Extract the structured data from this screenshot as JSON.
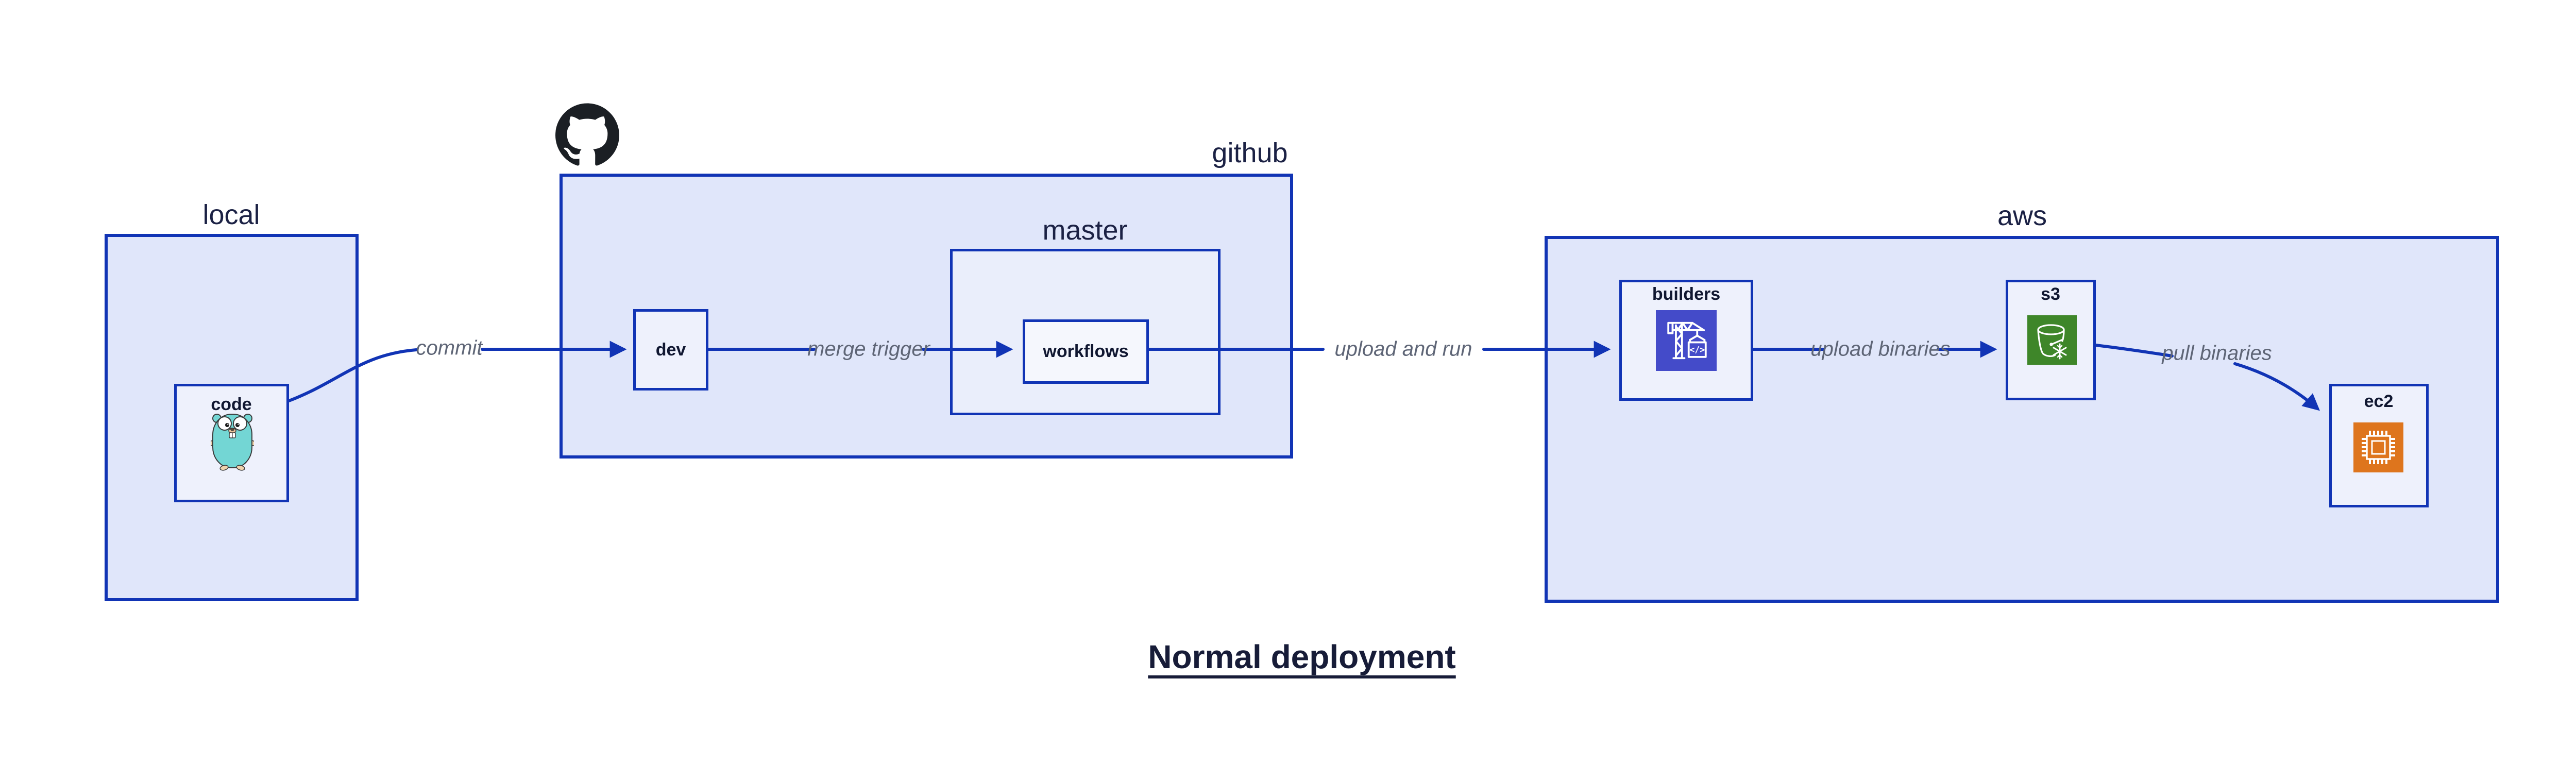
{
  "title": "Normal deployment",
  "containers": {
    "local": {
      "label": "local"
    },
    "github": {
      "label": "github"
    },
    "master": {
      "label": "master"
    },
    "aws": {
      "label": "aws"
    }
  },
  "nodes": {
    "code": {
      "label": "code",
      "icon": "go-gopher-icon"
    },
    "dev": {
      "label": "dev"
    },
    "workflows": {
      "label": "workflows"
    },
    "builders": {
      "label": "builders",
      "icon": "aws-codebuild-icon"
    },
    "s3": {
      "label": "s3",
      "icon": "aws-s3-glacier-icon"
    },
    "ec2": {
      "label": "ec2",
      "icon": "aws-ec2-icon"
    }
  },
  "edges": [
    {
      "from": "code",
      "to": "dev",
      "label": "commit"
    },
    {
      "from": "dev",
      "to": "workflows",
      "label": "merge trigger"
    },
    {
      "from": "workflows",
      "to": "builders",
      "label": "upload and run"
    },
    {
      "from": "builders",
      "to": "s3",
      "label": "upload binaries"
    },
    {
      "from": "s3",
      "to": "ec2",
      "label": "pull binaries"
    }
  ],
  "icons": {
    "github_logo": "github-octocat-mark",
    "codebuild_glyph": "</>"
  },
  "colors": {
    "edge_blue": "#1134b5",
    "container_fill": "#e0e6fa",
    "inner_container_fill": "#eaeefb",
    "node_fill": "#eef1fc",
    "nested_node_fill": "#f5f7fd",
    "edge_label_gray": "#5e6576",
    "text_dark": "#171c38",
    "codebuild_indigo": "#444bc9",
    "glacier_green": "#3e8629",
    "ec2_orange": "#de751d",
    "gopher_teal": "#73d6d4",
    "github_black": "#1b1f24"
  }
}
